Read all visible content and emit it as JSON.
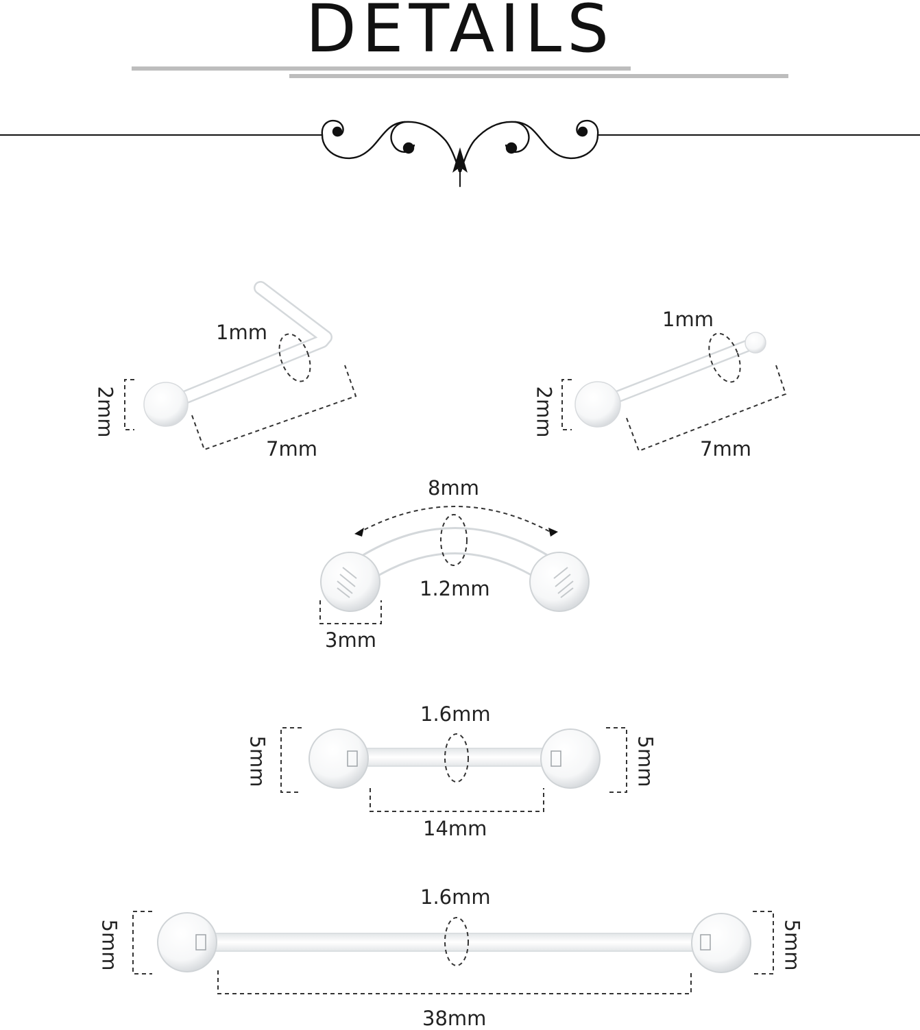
{
  "title": "DETAILS",
  "items": [
    {
      "name": "L-shaped nose stud",
      "ball": "2mm",
      "gauge": "1mm",
      "length": "7mm"
    },
    {
      "name": "bone nose stud",
      "ball": "2mm",
      "gauge": "1mm",
      "length": "7mm"
    },
    {
      "name": "curved barbell",
      "length": "8mm",
      "gauge": "1.2mm",
      "ball": "3mm"
    },
    {
      "name": "straight barbell",
      "gauge": "1.6mm",
      "ball_left": "5mm",
      "ball_right": "5mm",
      "length": "14mm"
    },
    {
      "name": "industrial barbell",
      "gauge": "1.6mm",
      "ball_left": "5mm",
      "ball_right": "5mm",
      "length": "38mm"
    }
  ],
  "colors": {
    "text": "#111111",
    "bars": "#bdbdbd",
    "acrylic_edge": "#cfd3d6",
    "dash": "#333333"
  }
}
